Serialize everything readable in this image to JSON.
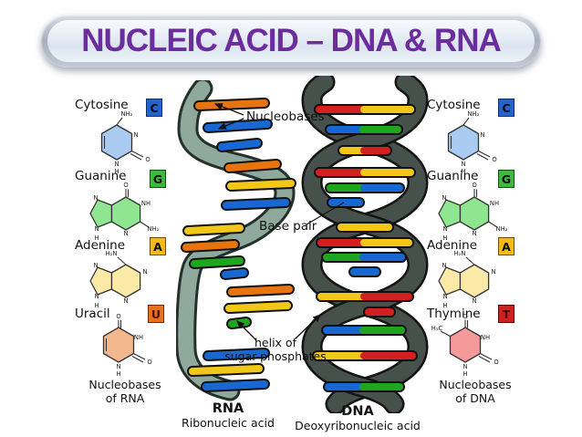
{
  "title": "NUCLEIC ACID – DNA & RNA",
  "left_panel": {
    "bases": [
      {
        "name": "Cytosine",
        "symbol": "C",
        "box_color": "#2363CE",
        "fill": "#A9CBF2"
      },
      {
        "name": "Guanine",
        "symbol": "G",
        "box_color": "#3CBA3C",
        "fill": "#90E690"
      },
      {
        "name": "Adenine",
        "symbol": "A",
        "box_color": "#F6BA16",
        "fill": "#FBE9A8"
      },
      {
        "name": "Uracil",
        "symbol": "U",
        "box_color": "#E8721C",
        "fill": "#F3B88D"
      }
    ],
    "footer_line1": "Nucleobases",
    "footer_line2": "of RNA"
  },
  "right_panel": {
    "bases": [
      {
        "name": "Cytosine",
        "symbol": "C",
        "box_color": "#2363CE",
        "fill": "#A9CBF2"
      },
      {
        "name": "Guanine",
        "symbol": "G",
        "box_color": "#3CBA3C",
        "fill": "#90E690"
      },
      {
        "name": "Adenine",
        "symbol": "A",
        "box_color": "#F6BA16",
        "fill": "#FBE9A8"
      },
      {
        "name": "Thymine",
        "symbol": "T",
        "box_color": "#CE2121",
        "fill": "#F59A9A"
      }
    ],
    "footer_line1": "Nucleobases",
    "footer_line2": "of DNA"
  },
  "molecule_labels": {
    "cytosine": {
      "amine": "NH₂",
      "n_ring": "N",
      "oxygen": "O",
      "n_bottom": "N",
      "h": "H"
    },
    "guanine": {
      "oxygen": "O",
      "nh": "NH",
      "amine": "NH₂",
      "n_bottom": "N",
      "n_top_left": "N",
      "n_bottom_left": "N",
      "h": "H"
    },
    "adenine": {
      "amine": "H₂N",
      "n_right": "N",
      "n_bottom": "N",
      "n_top_left": "N",
      "n_bottom_left": "N",
      "h": "H"
    },
    "uracil": {
      "oxygen_top": "O",
      "nh": "NH",
      "oxygen_right": "O",
      "n_bottom": "N",
      "h": "H"
    },
    "thymine": {
      "methyl": "H₃C",
      "oxygen_top": "O",
      "nh": "NH",
      "oxygen_right": "O",
      "n_bottom": "N",
      "h": "H"
    }
  },
  "annotations": {
    "nucleobases": "Nucleobases",
    "base_pair": "Base pair",
    "helix_line1": "helix of",
    "helix_line2": "sugar-phosphates"
  },
  "rna": {
    "name": "RNA",
    "full_name": "Ribonucleic acid"
  },
  "dna": {
    "name": "DNA",
    "full_name": "Deoxyribonucleic acid"
  },
  "colors": {
    "title_text": "#6B2D9E",
    "rna_ribbon": "#8FA99C",
    "dna_strand": "#46514C",
    "bar_orange": "#E87410",
    "bar_blue": "#1867D2",
    "bar_yellow": "#F2C818",
    "bar_green": "#1FA61F",
    "bar_red": "#D42020"
  }
}
